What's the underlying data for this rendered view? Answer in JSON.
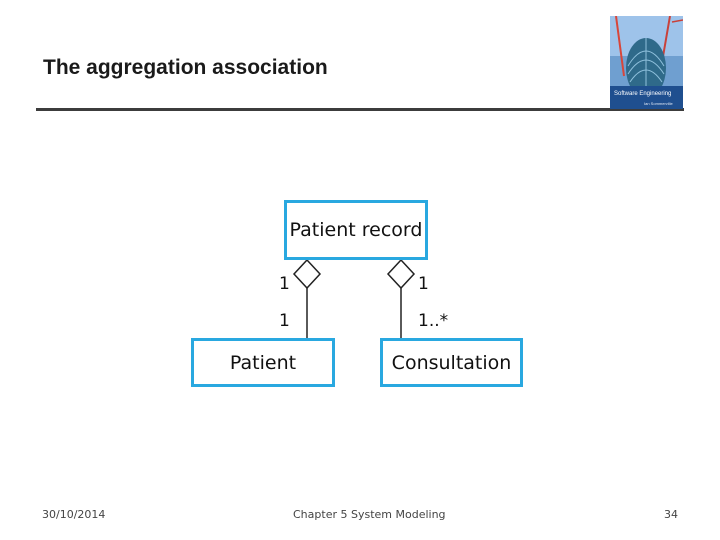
{
  "slide": {
    "title": "The aggregation association"
  },
  "book_cover": {
    "title": "Software Engineering",
    "author": "Ian Sommerville"
  },
  "diagram": {
    "classes": {
      "whole": "Patient record",
      "part_left": "Patient",
      "part_right": "Consultation"
    },
    "associations": [
      {
        "whole_multiplicity": "1",
        "part_multiplicity": "1"
      },
      {
        "whole_multiplicity": "1",
        "part_multiplicity": "1..*"
      }
    ],
    "box_border_color": "#29a8e0"
  },
  "footer": {
    "date": "30/10/2014",
    "chapter": "Chapter 5 System Modeling",
    "page": "34"
  }
}
